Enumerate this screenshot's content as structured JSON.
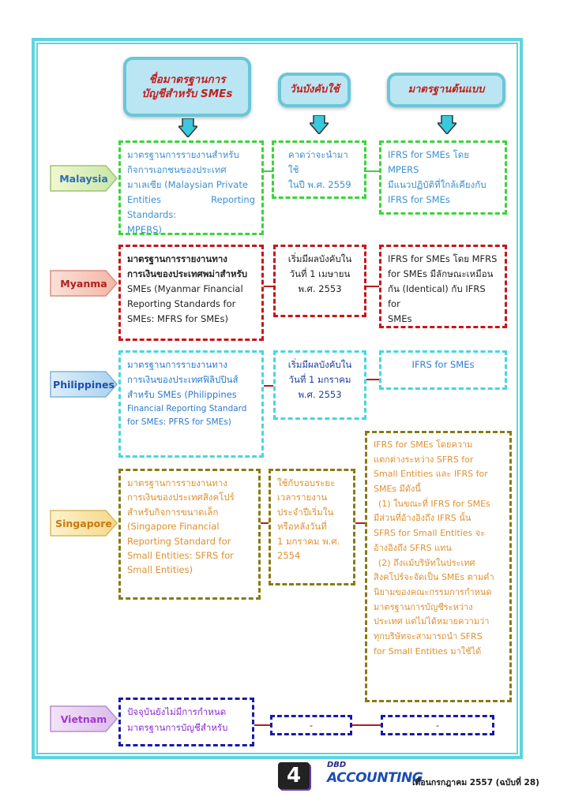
{
  "headers": {
    "standard_name": [
      "ชื่อมาตรฐานการ",
      "บัญชีสำหรับ SMEs"
    ],
    "effective_date": "วันบังคับใช้",
    "reference_standard": "มาตรฐานต้นแบบ"
  },
  "rows": {
    "malaysia": {
      "country": "Malaysia",
      "name": [
        "มาตรฐานการรายงานสำหรับ",
        "กิจการเอกชนของประเทศ",
        "มาเลเซีย (Malaysian Private",
        "Entities Reporting Standards:",
        "MPERS)"
      ],
      "date": [
        "คาดว่าจะนำมาใช้",
        "ในปี พ.ศ. 2559"
      ],
      "reference": [
        "IFRS for SMEs โดย MPERS",
        "มีแนวปฏิบัติที่ใกล้เคียงกับ",
        "IFRS for SMEs"
      ]
    },
    "myanmar": {
      "country": "Myanma",
      "name": [
        "มาตรฐานการรายงานทาง",
        "การเงินของประเทศพม่าสำหรับ",
        "SMEs (Myanmar Financial",
        "Reporting Standards for",
        "SMEs: MFRS for SMEs)"
      ],
      "date": [
        "เริ่มมีผลบังคับใน",
        "วันที่ 1 เมษายน",
        "พ.ศ. 2553"
      ],
      "reference": [
        "IFRS for SMEs โดย MFRS",
        "for SMEs มีลักษณะเหมือน",
        "กัน (Identical) กับ IFRS for",
        "SMEs"
      ]
    },
    "philippines": {
      "country": "Philippines",
      "name": [
        "มาตรฐานการรายงานทาง",
        "การเงินของประเทศฟิลิปปินส์",
        "สำหรับ SMEs (Philippines",
        "Financial Reporting Standard",
        "for SMEs: PFRS for SMEs)"
      ],
      "date": [
        "เริ่มมีผลบังคับใน",
        "วันที่ 1 มกราคม",
        "พ.ศ. 2553"
      ],
      "reference": [
        "IFRS for SMEs"
      ]
    },
    "singapore": {
      "country": "Singapore",
      "name": [
        "มาตรฐานการรายงานทาง",
        "การเงินของประเทศสิงคโปร์",
        "สำหรับกิจการขนาดเล็ก",
        "(Singapore Financial",
        "Reporting Standard for",
        "Small Entities: SFRS for",
        "Small Entities)"
      ],
      "date": [
        "ใช้กับรอบระยะ",
        "เวลารายงาน",
        "ประจำปีเริ่มใน",
        "หรือหลังวันที่",
        "1 มกราคม พ.ศ.",
        "2554"
      ],
      "reference": [
        "IFRS for SMEs โดยความ",
        "แตกต่างระหว่าง SFRS for",
        "Small Entities และ IFRS for",
        "SMEs มีดังนี้",
        "(1) ในขณะที่ IFRS for SMEs",
        "มีส่วนที่อ้างอิงถึง IFRS นั้น",
        "SFRS for Small Entities จะ",
        "อ้างอิงถึง SFRS แทน",
        "(2) ถึงแม้บริษัทในประเทศ",
        "สิงคโปร์จะจัดเป็น SMEs ตามคำ",
        "นิยามของคณะกรรมการกำหนด",
        "มาตรฐานการบัญชีระหว่าง",
        "ประเทศ แต่ไม่ได้หมายความว่า",
        "ทุกบริษัทจะสามารถนำ SFRS",
        "for Small Entities มาใช้ได้"
      ]
    },
    "vietnam": {
      "country": "Vietnam",
      "name": [
        "ปัจจุบันยังไม่มีการกำหนด",
        "มาตรฐานการบัญชีสำหรับ"
      ],
      "date": "-",
      "reference": "-"
    }
  },
  "footer": {
    "page_number": "4",
    "brand_top": "DBD",
    "brand_main": "ACCOUNTING",
    "issue": "เดือนกรกฎาคม 2557 (ฉบับที่ 28)"
  },
  "colors": {
    "malaysia": "#3bd43b",
    "myanmar": "#c7161b",
    "philippines": "#45d7e0",
    "singapore": "#8a7a12",
    "vietnam": "#1a1aa8",
    "frame": "#5ed4df"
  }
}
